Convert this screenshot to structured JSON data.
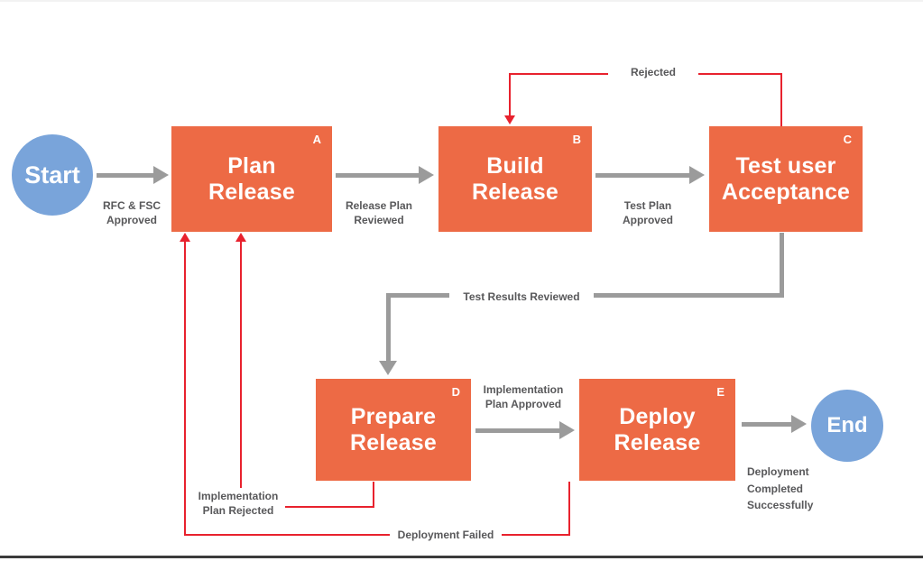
{
  "colors": {
    "box_orange": "#ED6A45",
    "circle_blue": "#79A4DA",
    "arrow_gray": "#9B9B9B",
    "flow_red": "#E8222E",
    "label_gray": "#58585A",
    "bottom_bar": "#3B3B3B"
  },
  "nodes": {
    "start": {
      "label": "Start"
    },
    "end": {
      "label": "End"
    },
    "plan": {
      "letter": "A",
      "line1": "Plan",
      "line2": "Release"
    },
    "build": {
      "letter": "B",
      "line1": "Build",
      "line2": "Release"
    },
    "test": {
      "letter": "C",
      "line1": "Test user",
      "line2": "Acceptance"
    },
    "prepare": {
      "letter": "D",
      "line1": "Prepare",
      "line2": "Release"
    },
    "deploy": {
      "letter": "E",
      "line1": "Deploy",
      "line2": "Release"
    }
  },
  "edges": {
    "rfc_fsc": {
      "line1": "RFC & FSC",
      "line2": "Approved"
    },
    "release_plan": {
      "line1": "Release Plan",
      "line2": "Reviewed"
    },
    "test_plan": {
      "line1": "Test Plan",
      "line2": "Approved"
    },
    "test_results": {
      "label": "Test Results Reviewed"
    },
    "impl_approved": {
      "line1": "Implementation",
      "line2": "Plan Approved"
    },
    "deploy_done": {
      "line1": "Deployment",
      "line2": "Completed",
      "line3": "Successfully"
    },
    "impl_rejected": {
      "line1": "Implementation",
      "line2": "Plan Rejected"
    },
    "deploy_failed": {
      "label": "Deployment Failed"
    },
    "rejected": {
      "label": "Rejected"
    }
  }
}
